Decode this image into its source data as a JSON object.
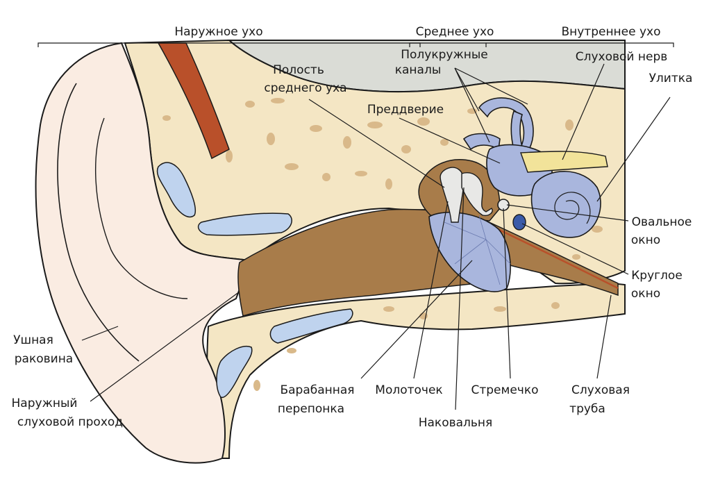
{
  "sections": {
    "outer": "Наружное ухо",
    "middle": "Среднее ухо",
    "inner": "Внутреннее ухо"
  },
  "labels": {
    "semicircular_1": "Полукружные",
    "semicircular_2": "каналы",
    "auditory_nerve": "Слуховой нерв",
    "cochlea": "Улитка",
    "middle_cavity_1": "Полость",
    "middle_cavity_2": "среднего уха",
    "vestibule": "Преддверие",
    "oval_window_1": "Овальное",
    "oval_window_2": "окно",
    "round_window_1": "Круглое",
    "round_window_2": "окно",
    "auricle_1": "Ушная",
    "auricle_2": "раковина",
    "ear_canal_1": "Наружный",
    "ear_canal_2": "слуховой проход",
    "eardrum_1": "Барабанная",
    "eardrum_2": "перепонка",
    "malleus": "Молоточек",
    "stapes": "Стремечко",
    "eustachian_1": "Слуховая",
    "eustachian_2": "труба",
    "incus": "Наковальня"
  },
  "colors": {
    "bone": "#f4e6c4",
    "bone_spot": "#d9b98a",
    "skin": "#faece2",
    "canal_brown": "#a87c4a",
    "muscle": "#b9502a",
    "labyrinth": "#a9b6dd",
    "cartilage": "#bfd3ee",
    "nerve": "#f2e39a",
    "outline": "#1a1a1a"
  }
}
